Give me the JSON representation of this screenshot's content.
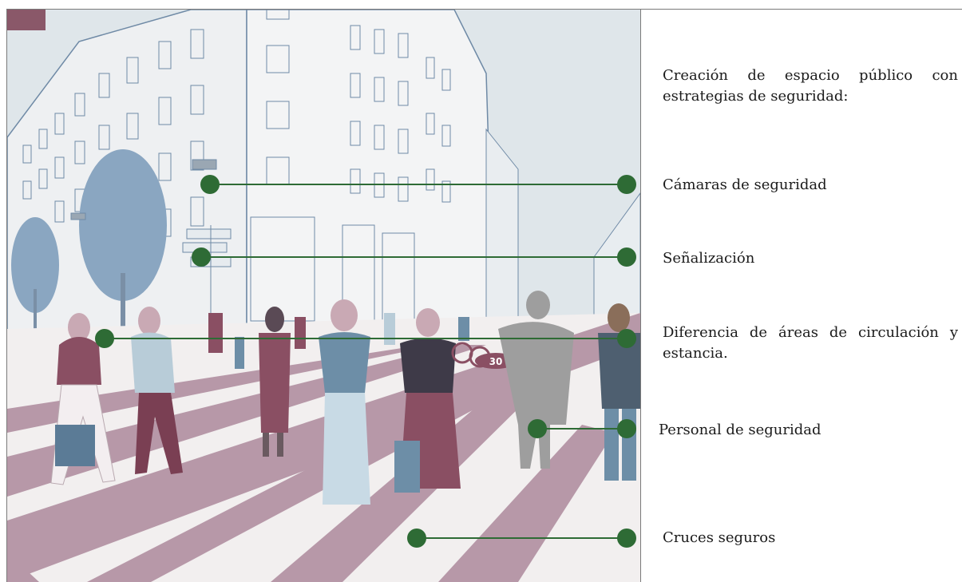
{
  "legend": {
    "title": "Creación de espacio público con estrategias de seguridad:",
    "items": [
      {
        "label": "Cámaras de seguridad"
      },
      {
        "label": "Señalización"
      },
      {
        "label": "Diferencia de áreas de circulación y estancia."
      },
      {
        "label": "Personal de seguridad"
      },
      {
        "label": "Cruces seguros"
      }
    ]
  },
  "scene": {
    "speed_sign": "30",
    "colors": {
      "sky": "#dfe6ea",
      "building": "#eef0f2",
      "building_line": "#6f8aa6",
      "tree": "#8aa6c1",
      "crosswalk": "#b798a8",
      "crosswalk_light": "#f6f4f5",
      "marker": "#2e6b35",
      "guard": "#9e9e9e",
      "person_maroon": "#8a4f63",
      "person_blue": "#6d8ea7",
      "corner_badge": "#8a5869"
    }
  }
}
